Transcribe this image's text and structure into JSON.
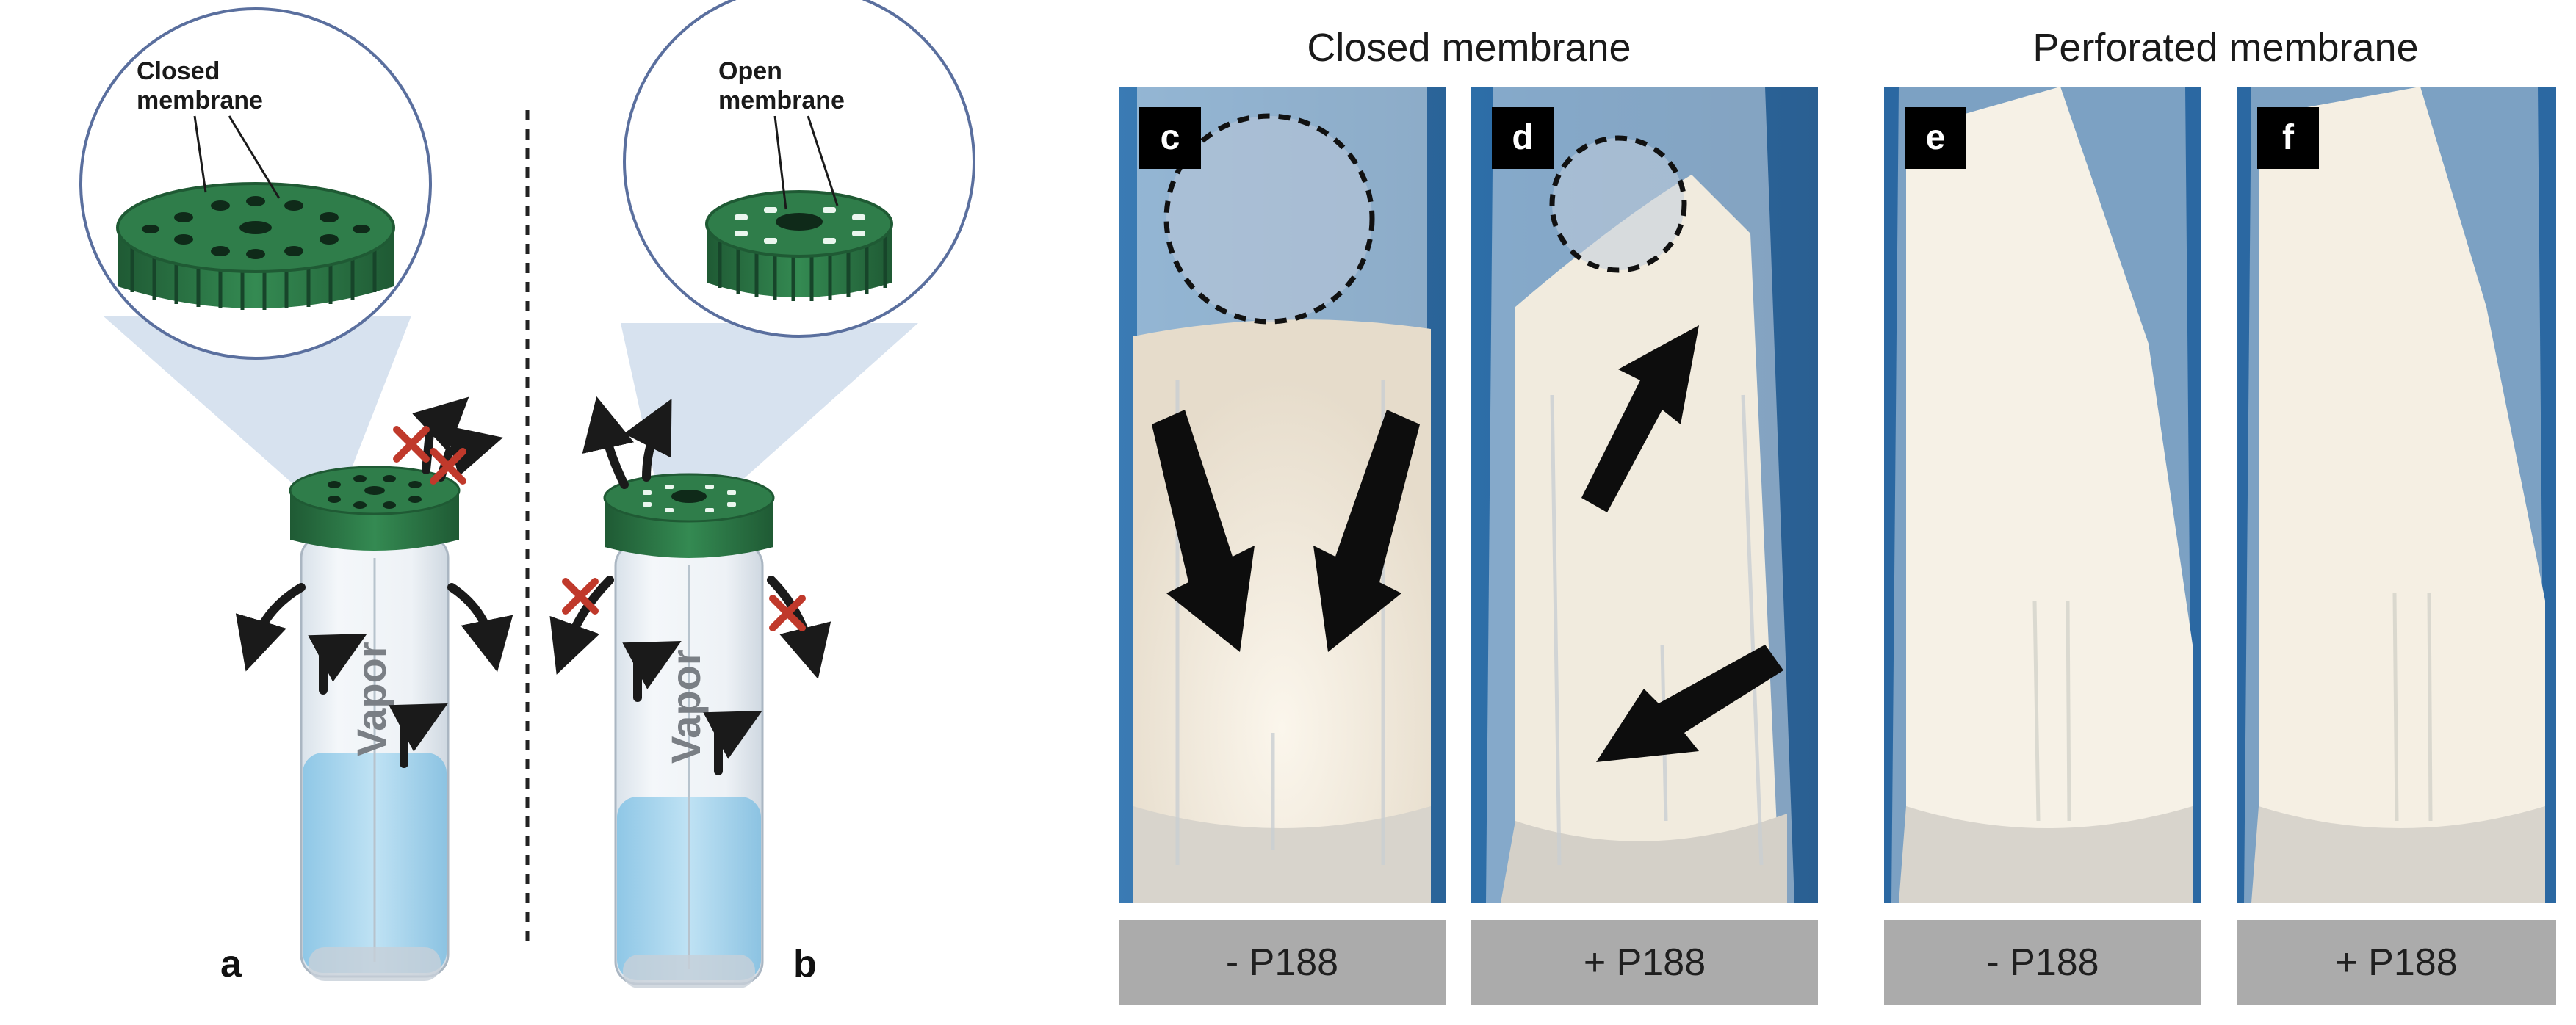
{
  "schematic": {
    "panel_a": {
      "letter": "a",
      "callout_line1": "Closed",
      "callout_line2": "membrane",
      "vial_label": "Vapor"
    },
    "panel_b": {
      "letter": "b",
      "callout_line1": "Open",
      "callout_line2": "membrane",
      "vial_label": "Vapor"
    }
  },
  "photos": {
    "group_closed_title": "Closed membrane",
    "group_perforated_title": "Perforated membrane",
    "panels": [
      {
        "letter": "c",
        "caption": "- P188"
      },
      {
        "letter": "d",
        "caption": "+ P188"
      },
      {
        "letter": "e",
        "caption": "- P188"
      },
      {
        "letter": "f",
        "caption": "+ P188"
      }
    ]
  },
  "colors": {
    "cap_green": "#2f7d4a",
    "cap_dark": "#1f5a34",
    "callout_ring": "#5a6f9e",
    "cross_red": "#c0392b",
    "liquid_blue": "#a9d6ee",
    "photo_background_blue": "#2e6fa8",
    "powder": "#f2ece0",
    "caption_gray": "#ababab"
  }
}
